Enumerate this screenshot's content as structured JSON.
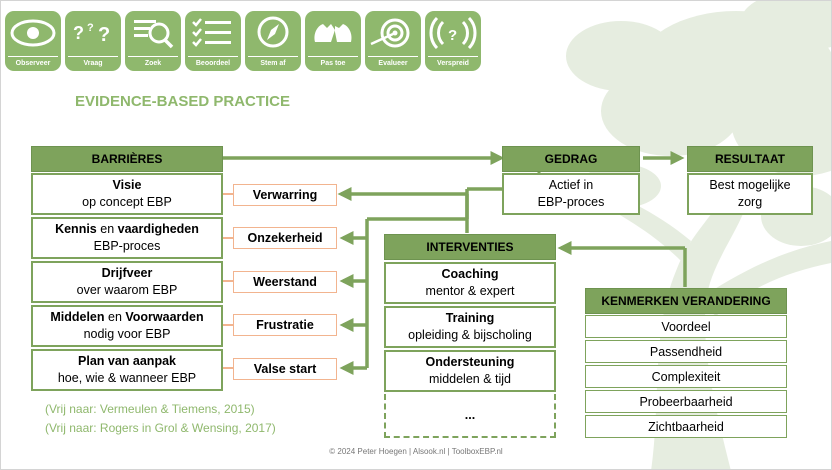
{
  "steps": [
    {
      "name": "Observeer",
      "icon": "eye-icon"
    },
    {
      "name": "Vraag",
      "icon": "question-marks-icon"
    },
    {
      "name": "Zoek",
      "icon": "search-icon"
    },
    {
      "name": "Beoordeel",
      "icon": "checklist-icon"
    },
    {
      "name": "Stem af",
      "icon": "compass-icon"
    },
    {
      "name": "Pas toe",
      "icon": "hands-icon"
    },
    {
      "name": "Evalueer",
      "icon": "target-icon"
    },
    {
      "name": "Verspreid",
      "icon": "broadcast-icon"
    }
  ],
  "title": "EVIDENCE-BASED PRACTICE",
  "barrieres": {
    "header": "BARRIÈRES",
    "items": [
      {
        "bold": "Visie",
        "mid": "",
        "bold2": "",
        "sub": "op concept EBP"
      },
      {
        "bold": "Kennis",
        "mid": " en ",
        "bold2": "vaardigheden",
        "sub": "EBP-proces"
      },
      {
        "bold": "Drijfveer",
        "mid": "",
        "bold2": "",
        "sub": "over waarom EBP"
      },
      {
        "bold": "Middelen",
        "mid": " en ",
        "bold2": "Voorwaarden",
        "sub": "nodig voor EBP"
      },
      {
        "bold": "Plan van aanpak",
        "mid": "",
        "bold2": "",
        "sub": "hoe, wie & wanneer EBP"
      }
    ]
  },
  "emotions": [
    "Verwarring",
    "Onzekerheid",
    "Weerstand",
    "Frustratie",
    "Valse start"
  ],
  "interventies": {
    "header": "INTERVENTIES",
    "items": [
      {
        "bold": "Coaching",
        "sub": "mentor & expert"
      },
      {
        "bold": "Training",
        "sub": "opleiding & bijscholing"
      },
      {
        "bold": "Ondersteuning",
        "sub": "middelen & tijd"
      },
      {
        "bold": "...",
        "sub": ""
      }
    ]
  },
  "gedrag": {
    "header": "GEDRAG",
    "line1": "Actief in",
    "line2": "EBP-proces"
  },
  "resultaat": {
    "header": "RESULTAAT",
    "line1": "Best mogelijke",
    "line2": "zorg"
  },
  "kenmerken": {
    "header": "KENMERKEN VERANDERING",
    "items": [
      "Voordeel",
      "Passendheid",
      "Complexiteit",
      "Probeerbaarheid",
      "Zichtbaarheid"
    ]
  },
  "sources": [
    "(Vrij naar: Vermeulen & Tiemens, 2015)",
    "(Vrij naar: Rogers in Grol & Wensing, 2017)"
  ],
  "copyright": "© 2024 Peter Hoegen | Alsook.nl | ToolboxEBP.nl"
}
